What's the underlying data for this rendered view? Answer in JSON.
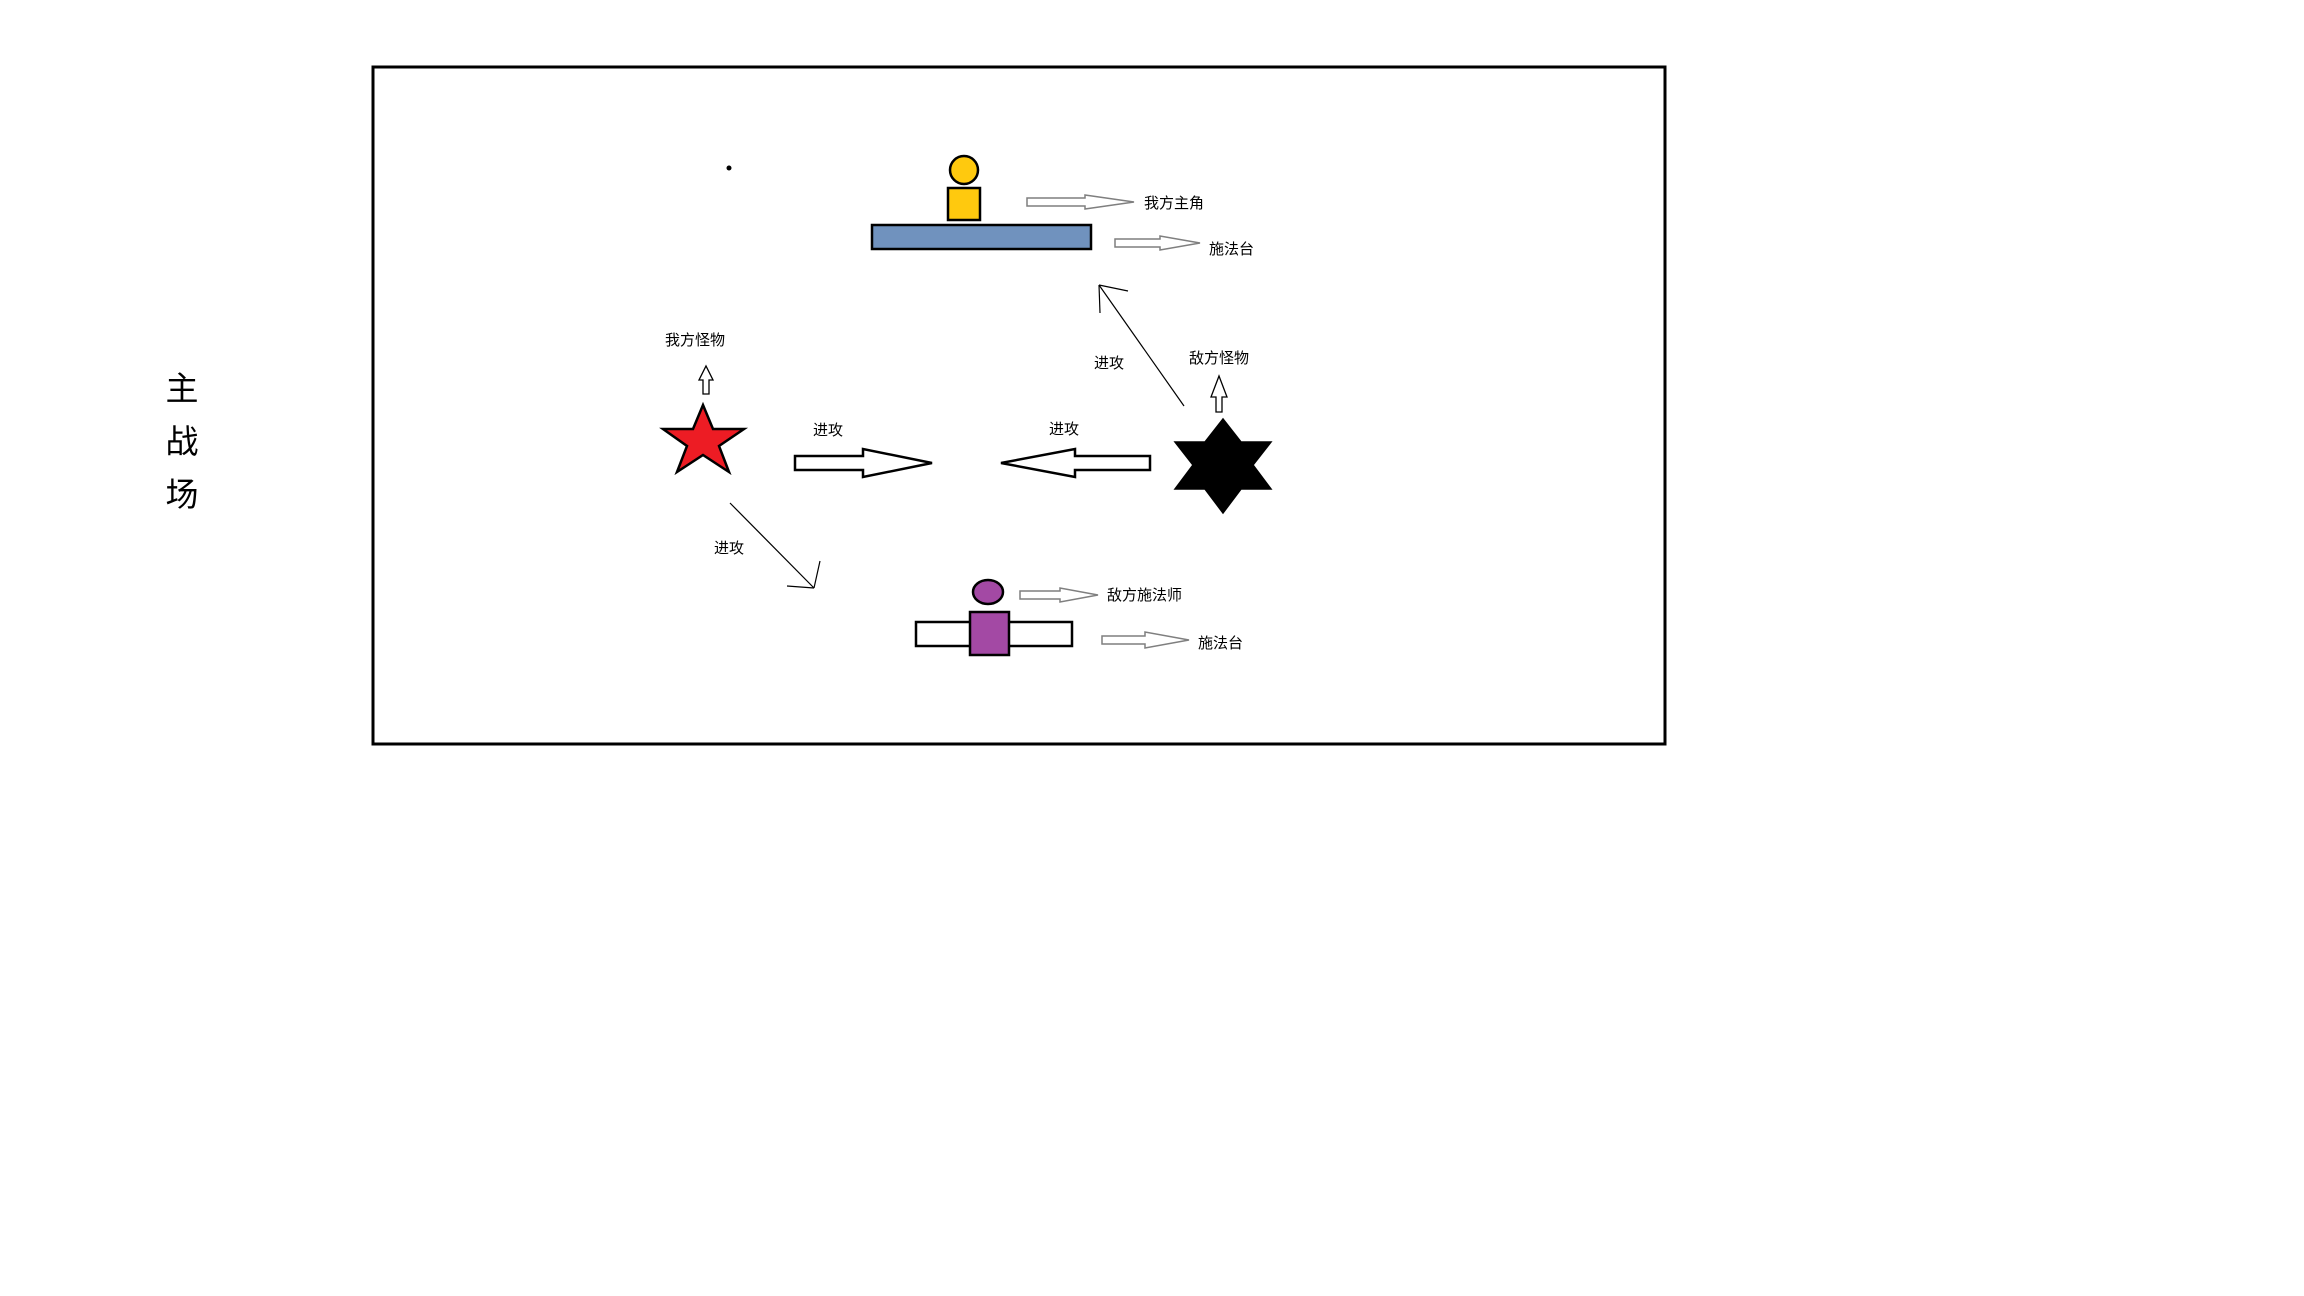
{
  "side_title": "主\n战\n场",
  "labels": {
    "hero": "我方主角",
    "hero_platform": "施法台",
    "ally_monster": "我方怪物",
    "enemy_monster": "敌方怪物",
    "enemy_caster": "敌方施法师",
    "enemy_platform": "施法台",
    "attack_right": "进攻",
    "attack_left": "进攻",
    "attack_up": "进攻",
    "attack_down": "进攻"
  },
  "colors": {
    "hero_head": "#FFC90E",
    "hero_body": "#FFC90E",
    "hero_platform": "#7092BE",
    "ally_star": "#ED1C24",
    "enemy_star": "#000000",
    "caster_head": "#A349A4",
    "caster_body": "#A349A4",
    "caster_platform": "#FFFFFF"
  },
  "icons": {
    "ally_monster": "five-point-star",
    "enemy_monster": "six-point-star"
  }
}
